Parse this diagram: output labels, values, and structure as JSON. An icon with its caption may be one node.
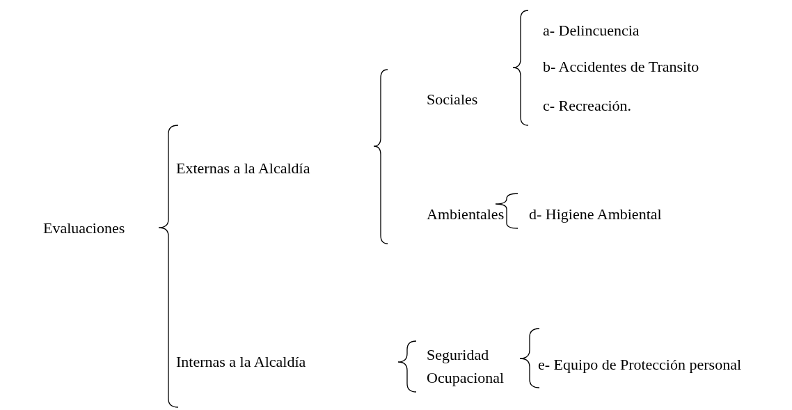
{
  "diagram": {
    "nodes": [
      {
        "text": [
          "Evaluaciones"
        ]
      },
      {
        "text": [
          "Externas a la Alcaldía"
        ]
      },
      {
        "text": [
          "Internas a la Alcaldía"
        ]
      },
      {
        "text": [
          "Sociales"
        ]
      },
      {
        "text": [
          "Ambientales"
        ]
      },
      {
        "text": [
          "Seguridad Ocupacional"
        ]
      },
      {
        "text": [
          "a- Delincuencia"
        ]
      },
      {
        "text": [
          "b- Accidentes de Transito"
        ]
      },
      {
        "text": [
          "c- Recreación."
        ]
      },
      {
        "text": [
          "d- Higiene Ambiental"
        ]
      },
      {
        "text": [
          "e- Equipo de Protección personal"
        ]
      }
    ]
  }
}
